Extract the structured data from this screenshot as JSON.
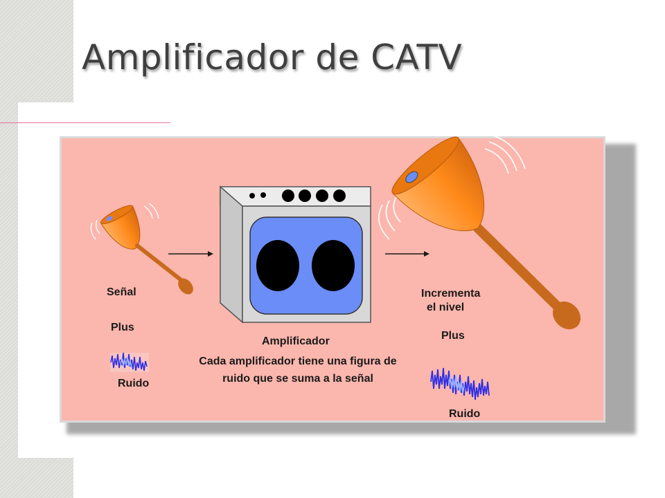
{
  "slide": {
    "title": "Amplificador de CATV"
  },
  "diagram": {
    "input": {
      "signal_label": "Señal",
      "plus_label": "Plus",
      "noise_label": "Ruido"
    },
    "amplifier": {
      "label": "Amplificador",
      "description": "Cada amplificador tiene una figura de ruido que se suma a la señal"
    },
    "output": {
      "level_label_line1": "Incrementa",
      "level_label_line2": "el nivel",
      "plus_label": "Plus",
      "noise_label": "Ruido"
    }
  },
  "colors": {
    "panel_fill": "#fbb6ad",
    "bell_orange": "#ff8a1a",
    "handle_brown": "#c86a1e",
    "speaker_blue": "#6b8df7",
    "noise_blue": "#2d2de6"
  }
}
